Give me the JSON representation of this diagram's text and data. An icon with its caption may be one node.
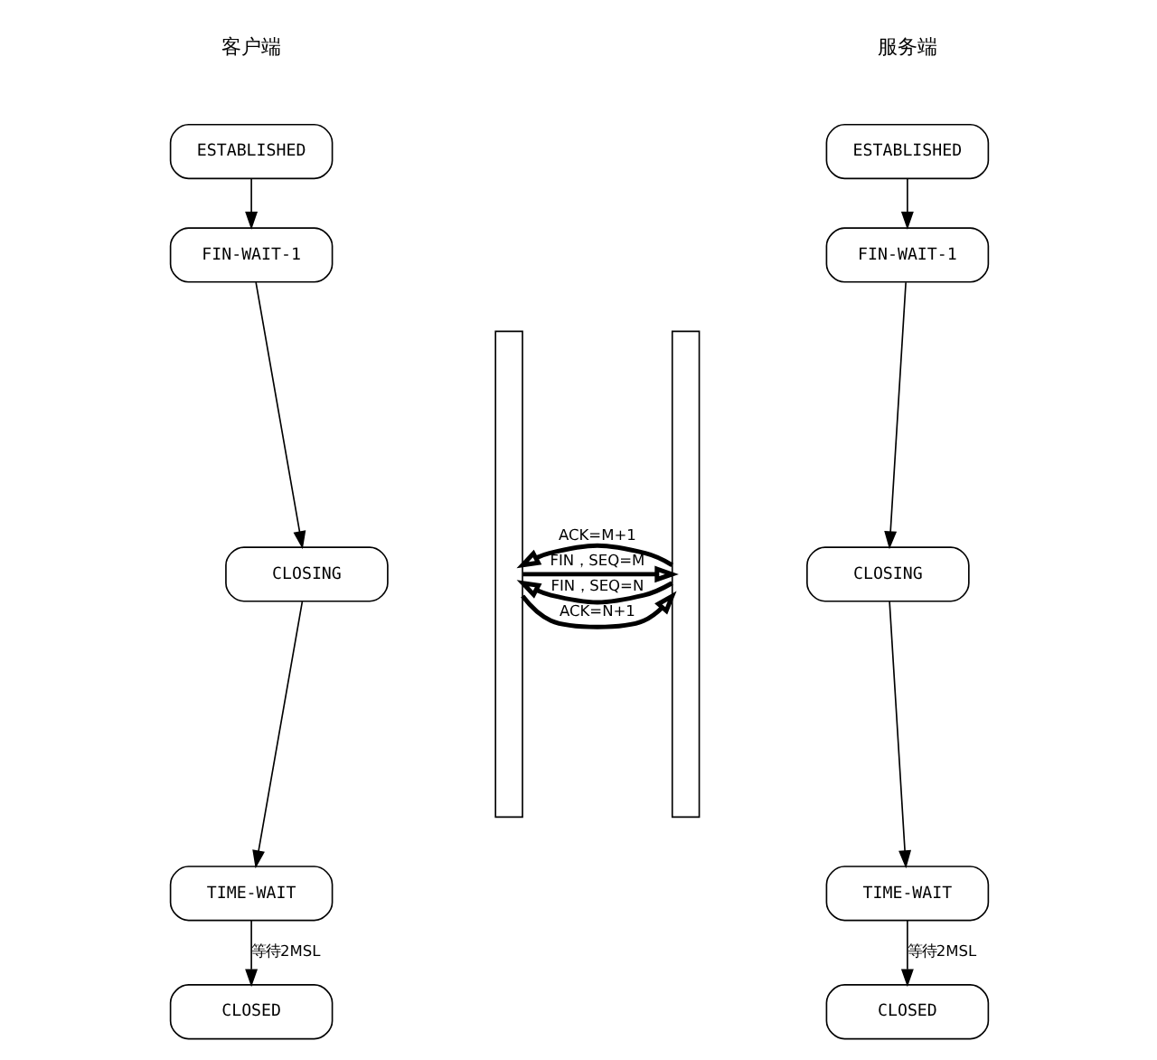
{
  "diagram": {
    "nodes": [
      {
        "text": [
          "ESTABLISHED"
        ]
      },
      {
        "text": [],
        "shape": "bar"
      },
      {
        "text": [],
        "shape": "bar"
      },
      {
        "text": [
          "ESTABLISHED"
        ]
      },
      {
        "text": [
          "FIN-WAIT-1"
        ]
      },
      {
        "text": [
          "FIN-WAIT-1"
        ]
      },
      {
        "text": [
          "CLOSING"
        ]
      },
      {
        "text": [
          "CLOSING"
        ]
      },
      {
        "text": [
          "TIME-WAIT"
        ]
      },
      {
        "text": [
          "TIME-WAIT"
        ]
      },
      {
        "text": [
          "CLOSED"
        ]
      },
      {
        "text": [
          "CLOSED"
        ]
      }
    ],
    "edges": [
      {
        "from": 0,
        "to": 4,
        "arrow": "to"
      },
      {
        "from": 4,
        "to": 6,
        "arrow": "to"
      },
      {
        "from": 6,
        "to": 8,
        "arrow": "to"
      },
      {
        "from": 8,
        "to": 10,
        "arrow": "to",
        "label": "等待2MSL"
      },
      {
        "from": 3,
        "to": 5,
        "arrow": "to"
      },
      {
        "from": 5,
        "to": 7,
        "arrow": "to"
      },
      {
        "from": 7,
        "to": 9,
        "arrow": "to"
      },
      {
        "from": 9,
        "to": 11,
        "arrow": "to",
        "label": "等待2MSL"
      },
      {
        "from": 1,
        "to": 2,
        "arrow": "to",
        "label": "FIN，SEQ=M",
        "style": "thick"
      },
      {
        "from": 2,
        "to": 1,
        "arrow": "to",
        "label": "FIN，SEQ=N",
        "style": "thick"
      },
      {
        "from": 1,
        "to": 2,
        "arrow": "to",
        "label": "ACK=N+1",
        "style": "thick"
      },
      {
        "from": 2,
        "to": 1,
        "arrow": "to",
        "label": "ACK=M+1",
        "style": "thick"
      }
    ],
    "labels": [
      "客户端",
      "服务端"
    ]
  }
}
